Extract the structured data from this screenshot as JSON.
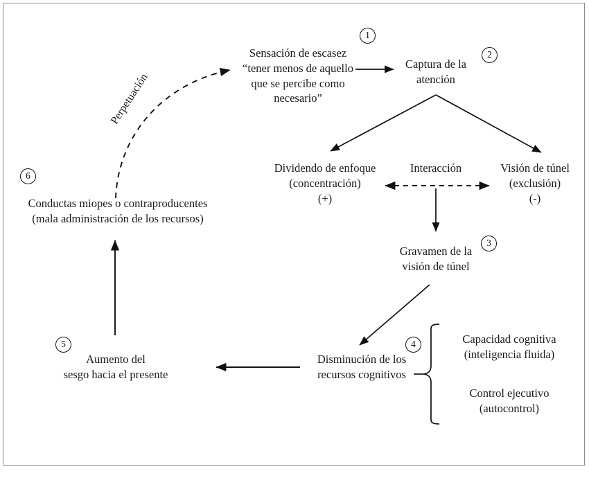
{
  "figure": {
    "type": "flow-diagram",
    "language": "es",
    "frame_border_color": "#8a8a8f",
    "text_color": "#1a1a1a",
    "background": "#ffffff"
  },
  "nodes": {
    "scarcity": {
      "lines": [
        "Sensación de escasez",
        "“tener menos de aquello",
        "que se percibe como",
        "necesario”"
      ]
    },
    "attention_capture": {
      "lines": [
        "Captura de la",
        "atención"
      ]
    },
    "focus_dividend": {
      "lines": [
        "Dividendo de enfoque",
        "(concentración)",
        "(+)"
      ]
    },
    "interaction": {
      "lines": [
        "Interacción"
      ]
    },
    "tunnel_vision": {
      "lines": [
        "Visión de túnel",
        "(exclusión)",
        "(-)"
      ]
    },
    "tunnel_tax": {
      "lines": [
        "Gravamen de la",
        "visión de túnel"
      ]
    },
    "resource_decrease": {
      "lines": [
        "Disminución de los",
        "recursos cognitivos"
      ]
    },
    "cognitive_capacity": {
      "lines": [
        "Capacidad cognitiva",
        "(inteligencia fluida)"
      ]
    },
    "executive_control": {
      "lines": [
        "Control ejecutivo",
        "(autocontrol)"
      ]
    },
    "present_bias": {
      "lines": [
        "Aumento del",
        "sesgo hacia el presente"
      ]
    },
    "myopic_behaviors": {
      "lines": [
        "Conductas miopes o contraproducentes",
        "(mala administración de los recursos)"
      ]
    }
  },
  "badges": {
    "one": "①",
    "two": "②",
    "three": "③",
    "four": "④",
    "five": "⑤",
    "six": "⑥",
    "one_text": "1",
    "two_text": "2",
    "three_text": "3",
    "four_text": "4",
    "five_text": "5",
    "six_text": "6"
  },
  "edges": {
    "perpetuation_label": "Perpetuación"
  },
  "caption": {
    "text": ""
  }
}
